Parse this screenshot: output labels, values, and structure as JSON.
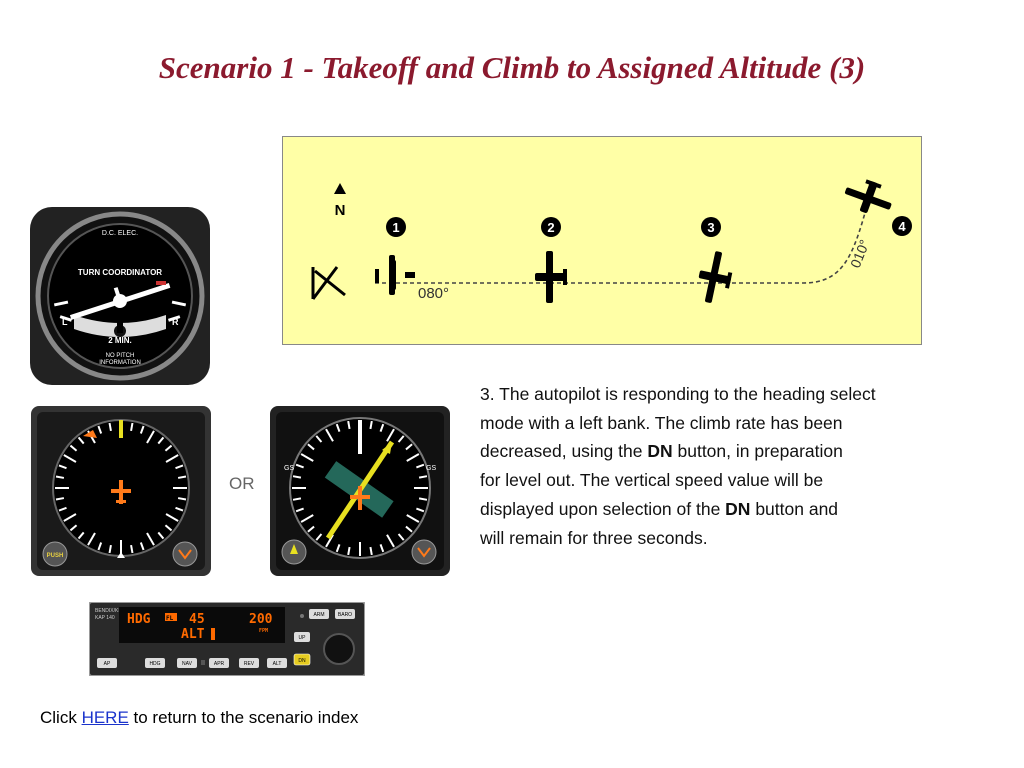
{
  "title": "Scenario 1 - Takeoff and Climb to Assigned Altitude (3)",
  "diagram": {
    "north_label": "N",
    "points": [
      "1",
      "2",
      "3",
      "4"
    ],
    "heading_1": "080°",
    "heading_2": "010°"
  },
  "turn_coordinator": {
    "top_label": "D.C. ELEC.",
    "name": "TURN COORDINATOR",
    "left": "L",
    "right": "R",
    "min_label": "2 MIN.",
    "bottom_label_1": "NO PITCH",
    "bottom_label_2": "INFORMATION"
  },
  "or_label": "OR",
  "rmi": {
    "button_label": "PUSH"
  },
  "hsi": {
    "gs_left": "GS",
    "gs_right": "GS"
  },
  "autopilot": {
    "model_line1": "BENDIX/KING",
    "model_line2": "KAP 140",
    "display_mode": "HDG",
    "display_badge": "FL",
    "display_left_value": "45",
    "display_right_value": "200",
    "display_unit": "FPM",
    "display_alt": "ALT",
    "buttons": {
      "arm": "ARM",
      "baro": "BARO",
      "up": "UP",
      "dn": "DN",
      "ap": "AP",
      "hdg": "HDG",
      "nav": "NAV",
      "apr": "APR",
      "rev": "REV",
      "alt": "ALT"
    }
  },
  "description": {
    "line1": "3. The autopilot is responding to the heading select",
    "line2": "mode with a left bank. The climb rate has been",
    "line3_a": "decreased, using the ",
    "line3_b": "DN",
    "line3_c": " button, in preparation",
    "line4": "for level out. The vertical speed value will be",
    "line5_a": "displayed upon selection of the ",
    "line5_b": "DN",
    "line5_c": " button and",
    "line6": "will remain for three seconds."
  },
  "footer": {
    "prefix": "Click ",
    "link": "HERE",
    "suffix": " to return to the scenario index"
  },
  "colors": {
    "title": "#8b1a2e",
    "diagram_bg": "#ffffa6",
    "link": "#1a33cc",
    "display_digits": "#ff6a00",
    "hsi_needle": "#e8e020",
    "aircraft_symbol": "#ff7a1a"
  }
}
